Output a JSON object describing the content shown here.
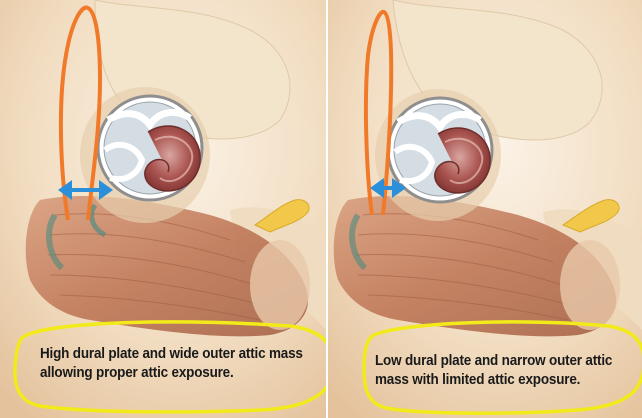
{
  "panels": [
    {
      "caption_line1": "High dural plate and wide outer attic mass",
      "caption_line2": "allowing proper attic exposure."
    },
    {
      "caption_line1": "Low dural plate and narrow outer attic",
      "caption_line2": "mass with limited attic exposure."
    }
  ],
  "colors": {
    "dural_plate_line": "#f07a2a",
    "width_arrow": "#2b8fd9",
    "caption_ellipse": "#f2ea1a",
    "muscle": "#c98a6a",
    "bone": "#efe2cc"
  }
}
